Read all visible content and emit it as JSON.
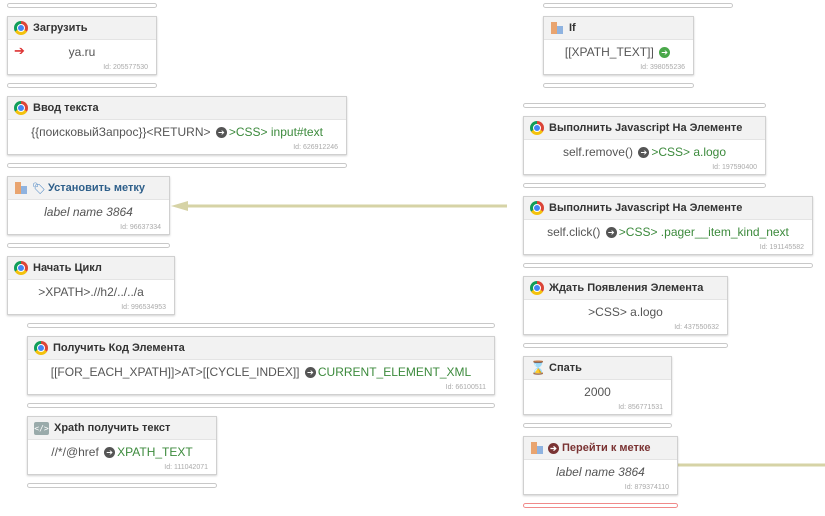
{
  "nodes": {
    "load": {
      "title": "Загрузить",
      "value": "ya.ru",
      "id": "Id: 205577530"
    },
    "input": {
      "title": "Ввод текста",
      "value": "{{поисковыйЗапрос}}<RETURN>",
      "target": ">CSS> input#text",
      "id": "Id: 626912246"
    },
    "setlabel": {
      "title": "Установить метку",
      "value": "label name 3864",
      "id": "Id: 96637334"
    },
    "cycle": {
      "title": "Начать Цикл",
      "value": ">XPATH>.//h2/../../a",
      "id": "Id: 996534953"
    },
    "getcode": {
      "title": "Получить Код Элемента",
      "value": "[[FOR_EACH_XPATH]]>AT>[[CYCLE_INDEX]]",
      "target": "CURRENT_ELEMENT_XML",
      "id": "Id: 66100511"
    },
    "xpath": {
      "title": "Xpath получить текст",
      "value": "//*/@href",
      "target": "XPATH_TEXT",
      "id": "Id: 111042071"
    },
    "if": {
      "title": "If",
      "value": "[[XPATH_TEXT]]",
      "id": "Id: 398055236"
    },
    "js1": {
      "title": "Выполнить Javascript На Элементе",
      "value": "self.remove()",
      "target": ">CSS> a.logo",
      "id": "Id: 197590400"
    },
    "js2": {
      "title": "Выполнить Javascript На Элементе",
      "value": "self.click()",
      "target": ">CSS> .pager__item_kind_next",
      "id": "Id: 191145582"
    },
    "wait": {
      "title": "Ждать Появления Элемента",
      "value": ">CSS> a.logo",
      "id": "Id: 437550632"
    },
    "sleep": {
      "title": "Спать",
      "value": "2000",
      "id": "Id: 856771531"
    },
    "goto": {
      "title": "Перейти к метке",
      "value": "label name 3864",
      "id": "Id: 879374110"
    }
  }
}
